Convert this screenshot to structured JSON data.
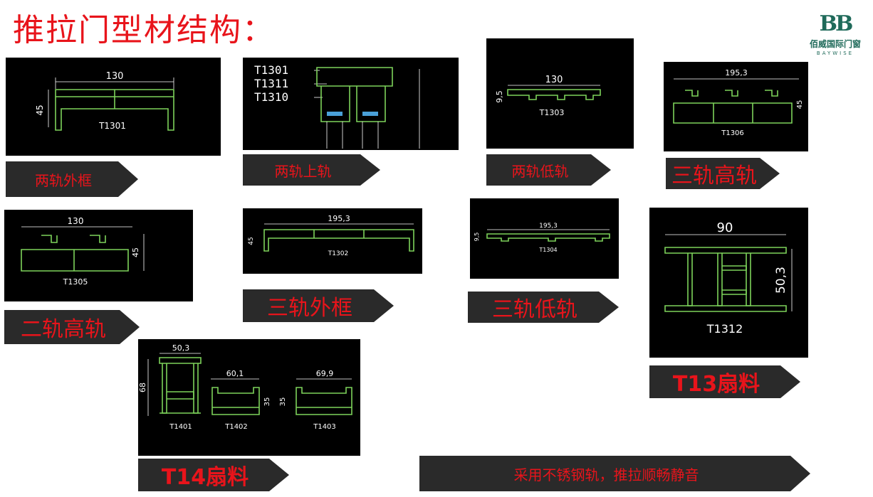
{
  "title": "推拉门型材结构：",
  "logo": {
    "mark": "BB",
    "name_cn": "佰威国际门窗",
    "name_en": "BAYWISE"
  },
  "panels": {
    "p1": {
      "dim_w": "130",
      "dim_h": "45",
      "code": "T1301"
    },
    "p2": {
      "labels": [
        "T1301",
        "T1311",
        "T1310"
      ]
    },
    "p3": {
      "dim_w": "130",
      "dim_h": "9,5",
      "code": "T1303"
    },
    "p4": {
      "dim_w": "195,3",
      "dim_h": "45",
      "code": "T1306"
    },
    "p5": {
      "dim_w": "130",
      "dim_h": "45",
      "code": "T1305"
    },
    "p6": {
      "dim_w": "195,3",
      "dim_h": "45",
      "code": "T1302"
    },
    "p7": {
      "dim_w": "195,3",
      "dim_h": "9,5",
      "code": "T1304"
    },
    "p8": {
      "dim_w": "90",
      "dim_h": "50,3",
      "code": "T1312"
    },
    "p9": {
      "a_w": "50,3",
      "a_h": "68",
      "a_code": "T1401",
      "b_w": "60,1",
      "b_h": "35",
      "b_code": "T1402",
      "c_w": "69,9",
      "c_h": "35",
      "c_code": "T1403"
    }
  },
  "banners": {
    "b1": "两轨外框",
    "b2": "两轨上轨",
    "b3": "两轨低轨",
    "b4": "三轨高轨",
    "b5": "二轨高轨",
    "b6": "三轨外框",
    "b7": "三轨低轨",
    "b8": "T13扇料",
    "b9": "T14扇料",
    "b10": "采用不锈钢轨，推拉顺畅静音"
  },
  "colors": {
    "title": "#e8141b",
    "banner_bg": "#2a2a2a",
    "profile": "#7dd35a",
    "logo": "#1f6a5a"
  }
}
